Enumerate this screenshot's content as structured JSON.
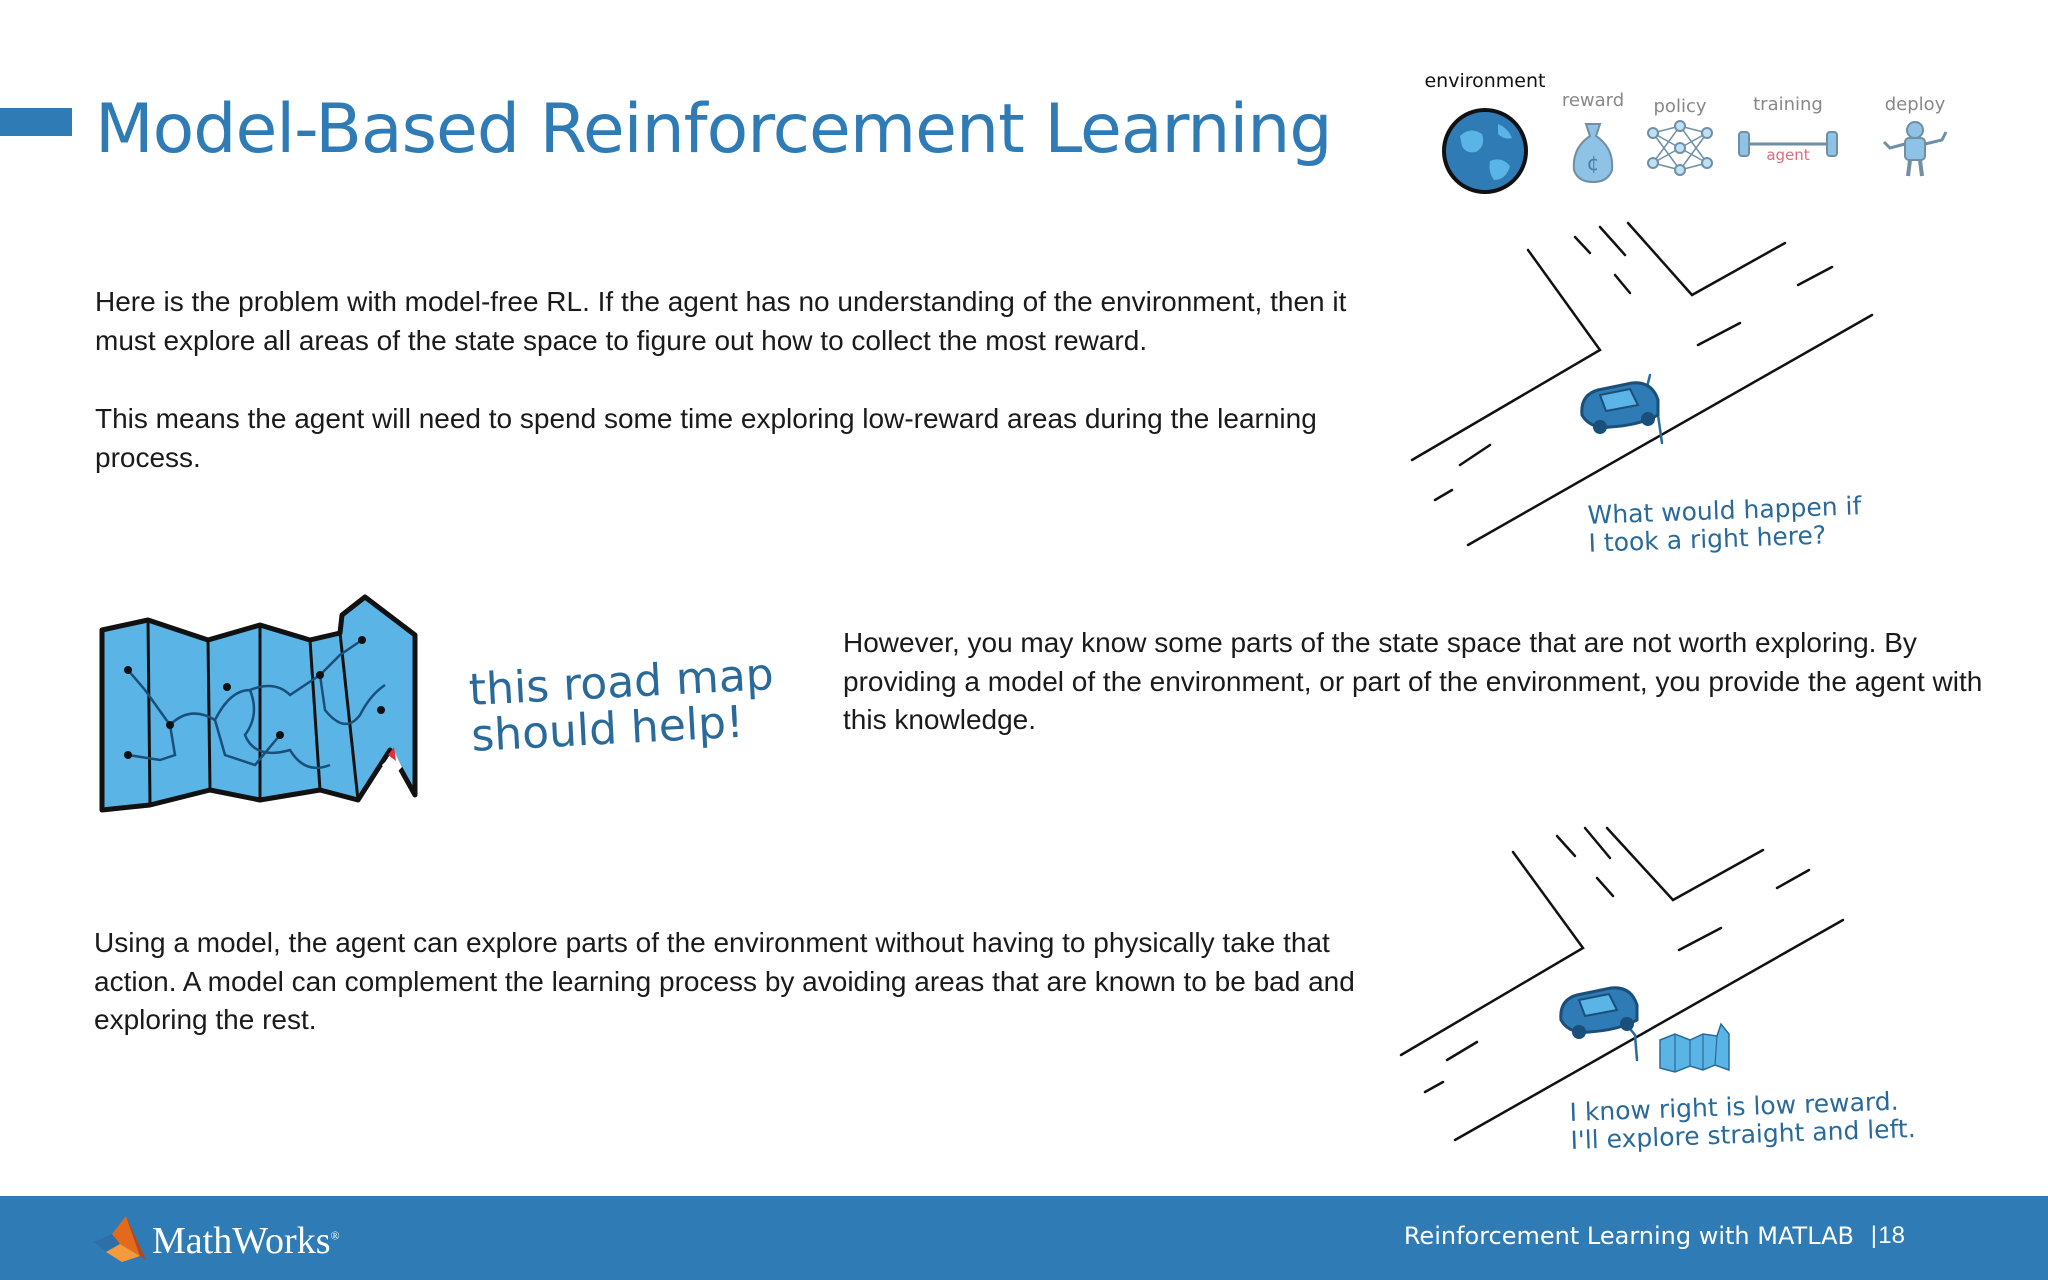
{
  "title": "Model-Based Reinforcement Learning",
  "paragraphs": {
    "p1": "Here is the problem with model-free RL. If the agent has no understanding of the environment, then it must explore all areas of the state space to figure out how to collect the most reward.",
    "p2": "This means the agent will need to spend some time exploring low-reward areas during the learning process.",
    "p3": "However, you may know some parts of the state space that are not worth exploring. By providing a model of the environment, or part of the environment, you provide the agent with this knowledge.",
    "p4": "Using a model, the agent can explore parts of the environment without having to physically take that action. A model can complement the learning process by avoiding areas that are known to be bad and exploring the rest."
  },
  "icons": {
    "environment": "environment",
    "reward": "reward",
    "policy": "policy",
    "training": "training",
    "deploy": "deploy",
    "agent_label": "agent"
  },
  "illustrations": {
    "map_caption": "this road map\nshould help!",
    "bubble_top": "What would happen if\nI took a right here?",
    "bubble_bottom": "I know right is low reward.\nI'll explore straight and left."
  },
  "footer": {
    "brand": "MathWorks",
    "course": "Reinforcement Learning with MATLAB",
    "separator": "|",
    "page_number": "18"
  },
  "colors": {
    "accent": "#2f7bb5",
    "illustration_blue": "#5ab4e6"
  }
}
